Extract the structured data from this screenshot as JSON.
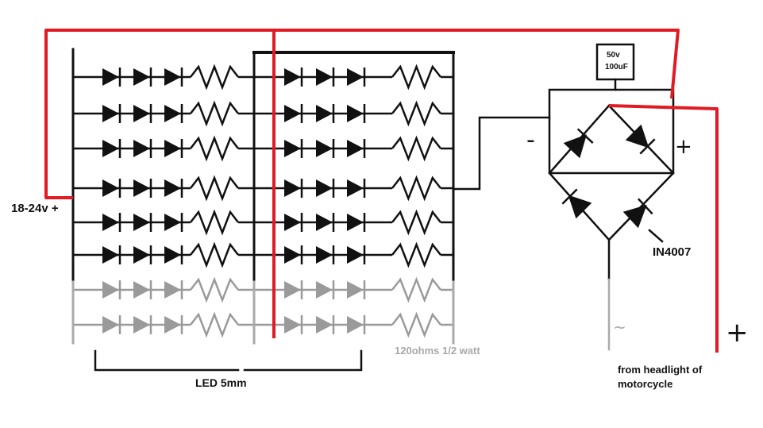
{
  "labels": {
    "supply": "18-24v +",
    "capacitor_voltage": "50v",
    "capacitor_value": "100uF",
    "minus_bridge": "-",
    "plus_bridge": "+",
    "diode_type": "IN4007",
    "resistor": "120ohms 1/2 watt",
    "led": "LED 5mm",
    "ac_tilde": "~",
    "plus_input": "+",
    "source_line1": "from headlight of",
    "source_line2": "motorcycle"
  },
  "colors": {
    "wire": "#111111",
    "supply_wire": "#e01b24",
    "faded": "#9a9a9a",
    "faded_text": "#a8a8a8"
  }
}
